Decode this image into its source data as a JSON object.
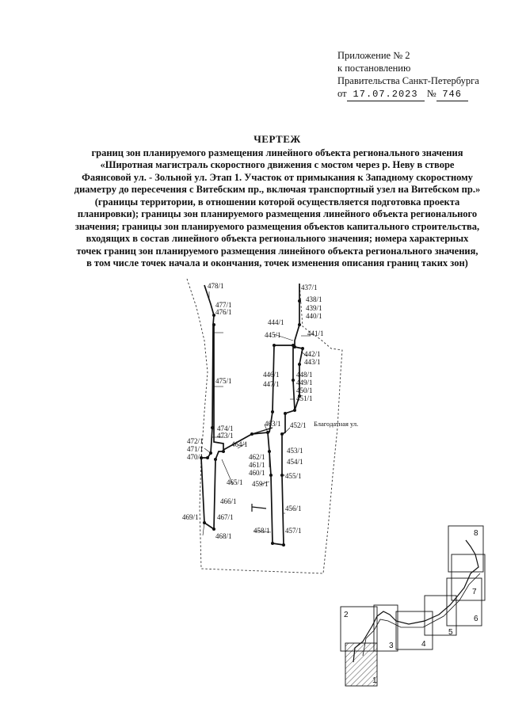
{
  "annex": {
    "line1": "Приложение № 2",
    "line2": "к постановлению",
    "line3": "Правительства Санкт-Петербурга",
    "date_prefix": "от",
    "date": "17.07.2023",
    "number_prefix": "№",
    "number": "746"
  },
  "heading": {
    "title": "ЧЕРТЕЖ",
    "lines": [
      "границ зон планируемого размещения линейного объекта регионального значения",
      "«Широтная магистраль скоростного движения с мостом через р. Неву в створе",
      "Фаянсовой ул. - Зольной ул. Этап 1. Участок от примыкания к Западному скоростному",
      "диаметру до пересечения с Витебским пр., включая транспортный узел на Витебском пр.»",
      "(границы территории, в отношении которой осуществляется подготовка проекта",
      "планировки); границы зон планируемого размещения линейного объекта регионального",
      "значения; границы зон планируемого размещения объектов капитального строительства,",
      "входящих в состав линейного объекта регионального значения; номера характерных",
      "точек границ зон планируемого размещения линейного объекта регионального значения,",
      "в том числе точек начала и окончания, точек изменения описания границ таких зон)"
    ]
  },
  "map": {
    "street": "Благодатная ул.",
    "points": [
      "478/1",
      "477/1",
      "476/1",
      "475/1",
      "474/1",
      "473/1",
      "472/1",
      "471/1",
      "470/1",
      "469/1",
      "468/1",
      "467/1",
      "466/1",
      "465/1",
      "464/1",
      "463/1",
      "462/1",
      "461/1",
      "460/1",
      "459/1",
      "458/1",
      "457/1",
      "456/1",
      "455/1",
      "454/1",
      "453/1",
      "452/1",
      "451/1",
      "450/1",
      "449/1",
      "448/1",
      "447/1",
      "446/1",
      "445/1",
      "444/1",
      "443/1",
      "442/1",
      "441/1",
      "440/1",
      "439/1",
      "438/1",
      "437/1"
    ]
  },
  "index_map": {
    "sheets": [
      "1",
      "2",
      "3",
      "4",
      "5",
      "6",
      "7",
      "8"
    ]
  }
}
